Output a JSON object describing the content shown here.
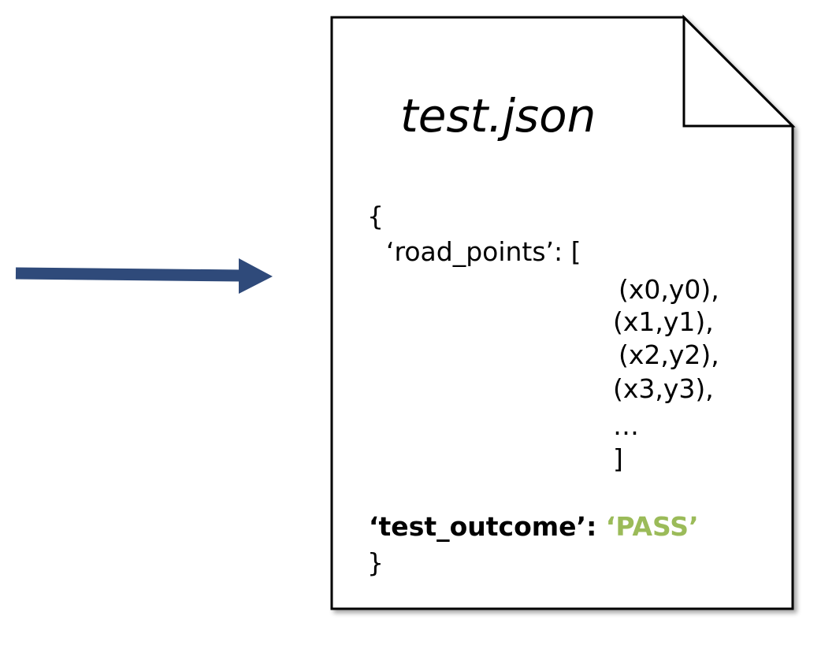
{
  "colors": {
    "arrow": "#2f4a7a",
    "outline": "#000000",
    "pass_value": "#9bbb59"
  },
  "document": {
    "title": "test.json",
    "brace_open": "{",
    "road_points_label": "‘road_points’: [",
    "points": [
      "(x0,y0),",
      "(x1,y1),",
      "(x2,y2),",
      "(x3,y3),"
    ],
    "ellipsis": "…",
    "bracket_close": "]",
    "outcome_label": "‘test_outcome’: ",
    "outcome_value": "‘PASS’",
    "brace_close": "}"
  },
  "icons": {
    "arrow": "right-arrow-icon",
    "document": "document-icon"
  }
}
